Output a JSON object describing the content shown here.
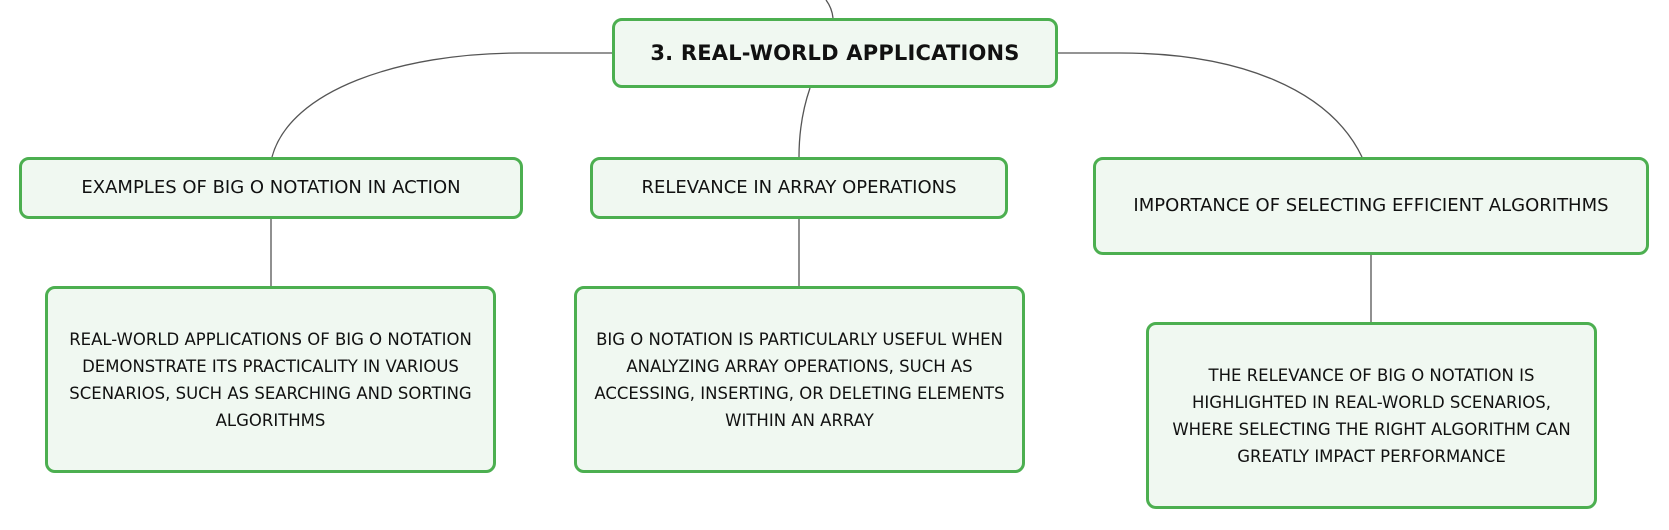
{
  "mindmap": {
    "root": {
      "title": "3. REAL-WORLD APPLICATIONS"
    },
    "branches": [
      {
        "label": "EXAMPLES OF BIG O NOTATION IN ACTION",
        "detail": "REAL-WORLD APPLICATIONS OF BIG O NOTATION DEMONSTRATE ITS PRACTICALITY IN VARIOUS SCENARIOS, SUCH AS SEARCHING AND SORTING ALGORITHMS"
      },
      {
        "label": "RELEVANCE IN ARRAY OPERATIONS",
        "detail": "BIG O NOTATION IS PARTICULARLY USEFUL WHEN ANALYZING ARRAY OPERATIONS, SUCH AS ACCESSING, INSERTING, OR DELETING ELEMENTS WITHIN AN ARRAY"
      },
      {
        "label": "IMPORTANCE OF SELECTING EFFICIENT ALGORITHMS",
        "detail": "THE RELEVANCE OF BIG O NOTATION IS HIGHLIGHTED IN REAL-WORLD SCENARIOS, WHERE SELECTING THE RIGHT ALGORITHM CAN GREATLY IMPACT PERFORMANCE"
      }
    ]
  },
  "colors": {
    "node_border": "#4caf50",
    "node_fill": "#f0f8f1",
    "connector": "#555555",
    "text": "#111111"
  }
}
